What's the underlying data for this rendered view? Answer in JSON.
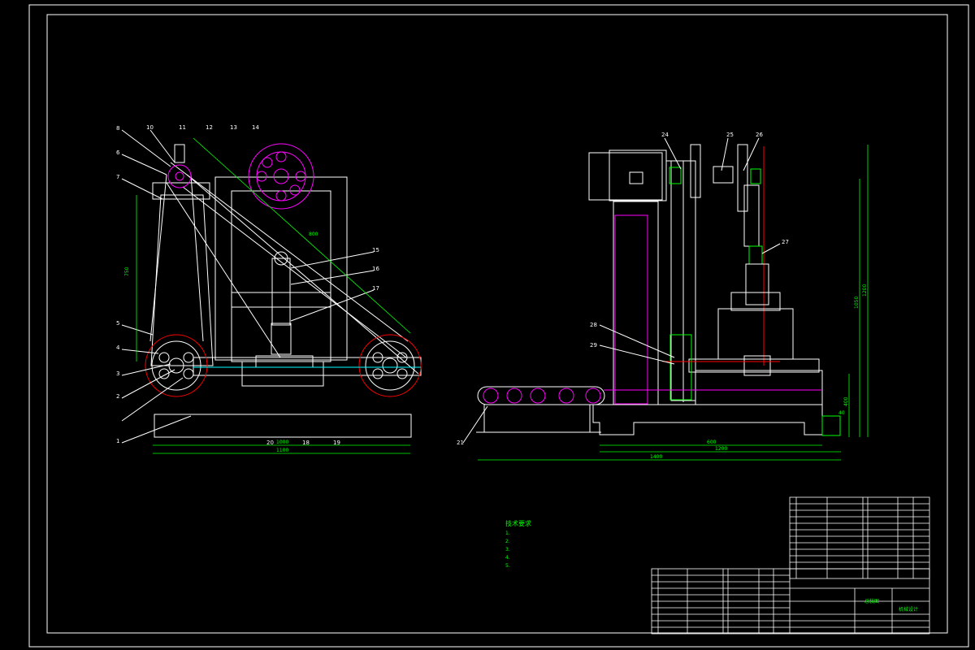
{
  "drawing": {
    "background": "#000000",
    "line_color": "#ffffff",
    "dim_color": "#00ff00",
    "accent_magenta": "#ff00ff",
    "accent_red": "#ff0000"
  },
  "front_view": {
    "callouts": [
      "8",
      "10",
      "11",
      "12",
      "13",
      "14",
      "6",
      "7",
      "5",
      "4",
      "3",
      "2",
      "1",
      "15",
      "16",
      "17",
      "20",
      "18",
      "19"
    ],
    "dimensions": {
      "height": "750",
      "diag": "800",
      "bottom_inner": "1000",
      "bottom_total": "1100"
    }
  },
  "side_view": {
    "callouts": [
      "24",
      "25",
      "26",
      "27",
      "28",
      "29",
      "21"
    ],
    "dimensions": {
      "width_inner": "600",
      "width_mid": "1200",
      "width_total": "1400",
      "height_total": "1200",
      "height_mid": "1050",
      "height_low": "400",
      "small": "40"
    }
  },
  "tech_requirements": {
    "title": "技术要求",
    "items": [
      "1.",
      "2.",
      "3.",
      "4.",
      "5."
    ]
  },
  "title_block": {
    "drawing_name": "总装图",
    "company": "机械设计"
  }
}
